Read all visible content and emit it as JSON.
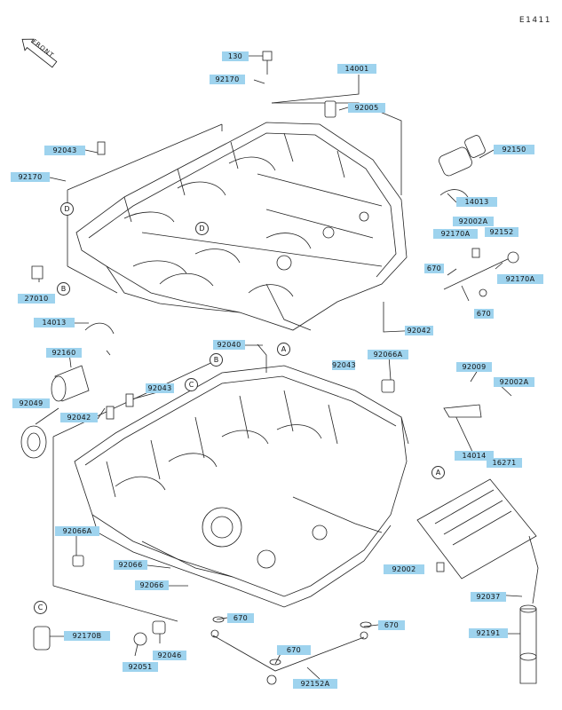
{
  "figure_code": "E1411",
  "front_mark": "FRONT",
  "part_labels": {
    "p130": "130",
    "p92170_top": "92170",
    "p14001": "14001",
    "p92005": "92005",
    "p92043_left": "92043",
    "p92150": "92150",
    "p92170_left": "92170",
    "p14013_right": "14013",
    "p92002A_top": "92002A",
    "p92170A_mid": "92170A",
    "p92152": "92152",
    "p670_a": "670",
    "p92170A_right": "92170A",
    "p27010": "27010",
    "p670_b": "670",
    "p14013_left": "14013",
    "p92042_right": "92042",
    "p92040": "92040",
    "p92043_mid": "92043",
    "p92066A_right": "92066A",
    "p92160": "92160",
    "p92043_left2": "92043",
    "p92049": "92049",
    "p92042_left": "92042",
    "p92009": "92009",
    "p92002A_mid": "92002A",
    "p14014": "14014",
    "p16271": "16271",
    "p92066A_left": "92066A",
    "p92066_a": "92066",
    "p92066_b": "92066",
    "p92002": "92002",
    "p92037": "92037",
    "p670_c": "670",
    "p670_d": "670",
    "p92170B": "92170B",
    "p92046": "92046",
    "p670_e": "670",
    "p92191": "92191",
    "p92051": "92051",
    "p92152A": "92152A"
  },
  "callouts": {
    "A": "A",
    "B": "B",
    "C": "C",
    "D": "D"
  }
}
